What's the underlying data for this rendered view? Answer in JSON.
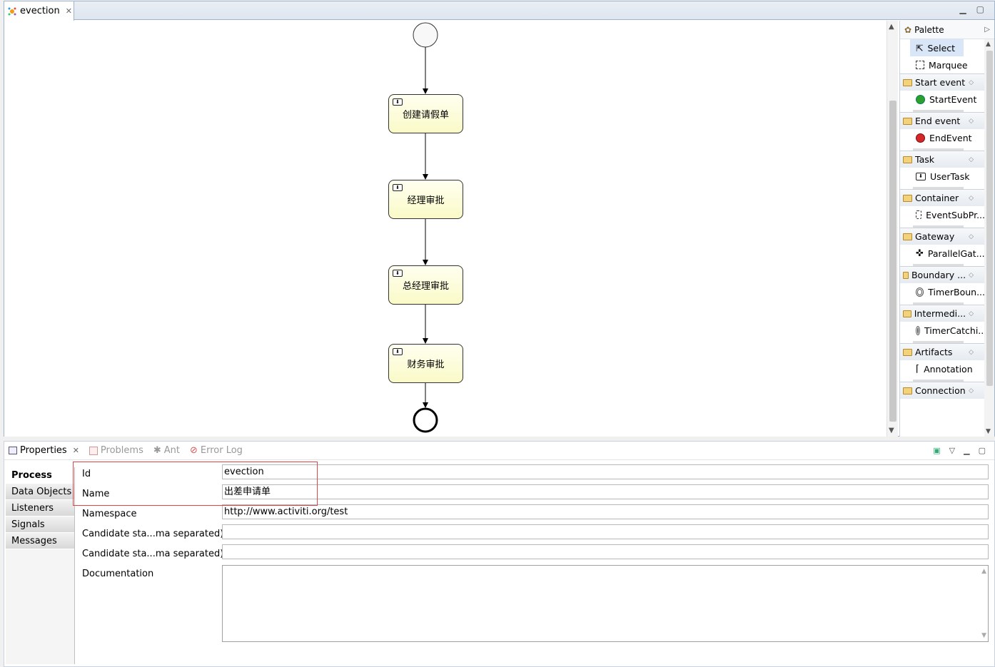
{
  "editor": {
    "tab_label": "evection",
    "nodes": [
      {
        "label": "创建请假单"
      },
      {
        "label": "经理审批"
      },
      {
        "label": "总经理审批"
      },
      {
        "label": "财务审批"
      }
    ]
  },
  "palette": {
    "title": "Palette",
    "tools": [
      "Select",
      "Marquee"
    ],
    "drawers": [
      {
        "label": "Start event",
        "item": "StartEvent",
        "icon": "start-event-icon"
      },
      {
        "label": "End event",
        "item": "EndEvent",
        "icon": "end-event-icon"
      },
      {
        "label": "Task",
        "item": "UserTask",
        "icon": "user-task-icon"
      },
      {
        "label": "Container",
        "item": "EventSubPr...",
        "icon": "subprocess-icon"
      },
      {
        "label": "Gateway",
        "item": "ParallelGat...",
        "icon": "parallel-gateway-icon"
      },
      {
        "label": "Boundary ...",
        "item": "TimerBoun...",
        "icon": "timer-icon"
      },
      {
        "label": "Intermedi...",
        "item": "TimerCatchi...",
        "icon": "timer-icon"
      },
      {
        "label": "Artifacts",
        "item": "Annotation",
        "icon": "annotation-icon"
      },
      {
        "label": "Connection",
        "item": "",
        "icon": ""
      }
    ]
  },
  "bottom_tabs": [
    "Properties",
    "Problems",
    "Ant",
    "Error Log"
  ],
  "side_tabs": [
    "Process",
    "Data Objects",
    "Listeners",
    "Signals",
    "Messages"
  ],
  "properties": {
    "id_label": "Id",
    "id_value": "evection",
    "name_label": "Name",
    "name_value": "出差申请单",
    "namespace_label": "Namespace",
    "namespace_value": "http://www.activiti.org/test",
    "cand1_label": "Candidate sta...ma separated)",
    "cand1_value": "",
    "cand2_label": "Candidate sta...ma separated)",
    "cand2_value": "",
    "doc_label": "Documentation"
  },
  "colors": {
    "accent_highlight": "#e04545",
    "task_fill": "#fafac8",
    "start_event": "#2ca02c",
    "end_event": "#d62728"
  }
}
